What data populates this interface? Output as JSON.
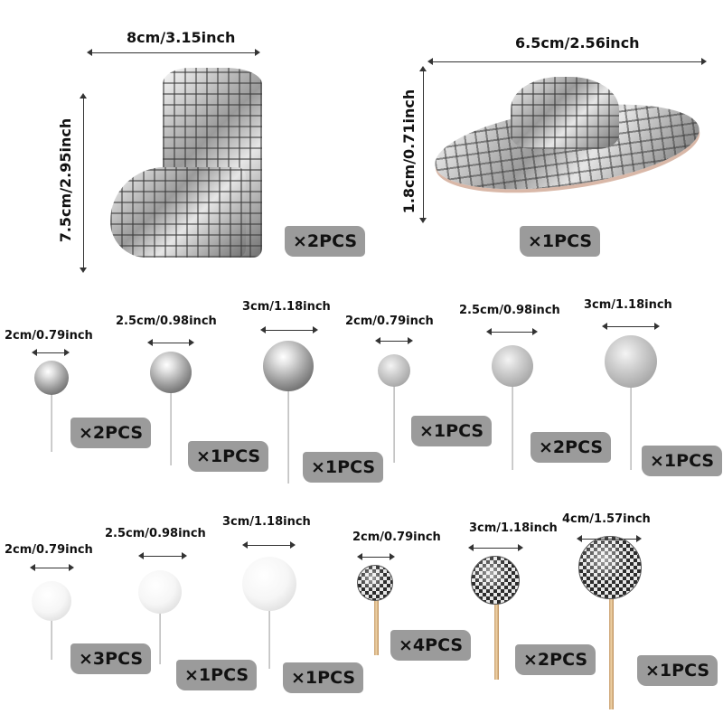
{
  "boot": {
    "width_label": "8cm/3.15inch",
    "height_label": "7.5cm/2.95inch",
    "qty": "×2PCS"
  },
  "hat": {
    "width_label": "6.5cm/2.56inch",
    "height_label": "1.8cm/0.71inch",
    "qty": "×1PCS"
  },
  "silver_balls": [
    {
      "size": "2cm/0.79inch",
      "qty": "×2PCS",
      "finish": "silver-pearl"
    },
    {
      "size": "2.5cm/0.98inch",
      "qty": "×1PCS",
      "finish": "silver-pearl"
    },
    {
      "size": "3cm/1.18inch",
      "qty": "×1PCS",
      "finish": "silver-pearl"
    },
    {
      "size": "2cm/0.79inch",
      "qty": "×1PCS",
      "finish": "silver-glitter"
    },
    {
      "size": "2.5cm/0.98inch",
      "qty": "×2PCS",
      "finish": "silver-glitter"
    },
    {
      "size": "3cm/1.18inch",
      "qty": "×1PCS",
      "finish": "silver-glitter"
    }
  ],
  "bottom_balls": [
    {
      "size": "2cm/0.79inch",
      "qty": "×3PCS",
      "finish": "white-foam"
    },
    {
      "size": "2.5cm/0.98inch",
      "qty": "×1PCS",
      "finish": "white-foam"
    },
    {
      "size": "3cm/1.18inch",
      "qty": "×1PCS",
      "finish": "white-foam"
    },
    {
      "size": "2cm/0.79inch",
      "qty": "×4PCS",
      "finish": "disco"
    },
    {
      "size": "3cm/1.18inch",
      "qty": "×2PCS",
      "finish": "disco"
    },
    {
      "size": "4cm/1.57inch",
      "qty": "×1PCS",
      "finish": "disco"
    }
  ]
}
